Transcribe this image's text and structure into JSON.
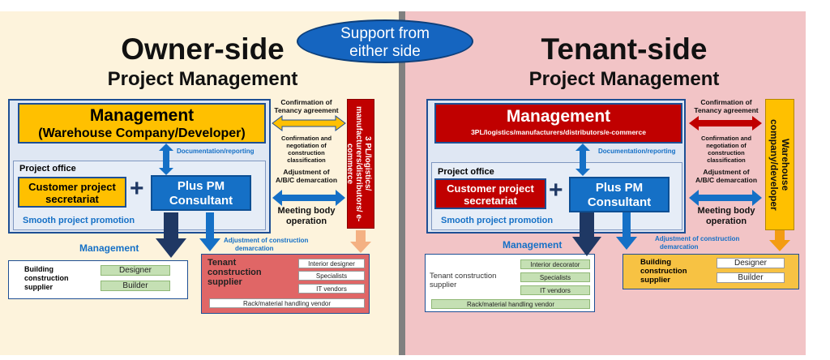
{
  "bubble": {
    "line1": "Support from",
    "line2": "either side"
  },
  "owner": {
    "title": "Owner-side",
    "subtitle": "Project Management",
    "management": {
      "line1": "Management",
      "line2": "(Warehouse Company/Developer)"
    },
    "doc_reporting": "Documentation/reporting",
    "project_office": "Project office",
    "customer_secretariat": {
      "line1": "Customer project",
      "line2": "secretariat"
    },
    "plus_sign": "+",
    "consultant": {
      "line1": "Plus PM",
      "line2": "Consultant"
    },
    "smooth": "Smooth project promotion",
    "confirm_tenancy": {
      "line1": "Confirmation of",
      "line2": "Tenancy agreement"
    },
    "confirm_negotiation": {
      "line1": "Confirmation and",
      "line2": "negotiation of",
      "line3": "construction",
      "line4": "classification"
    },
    "adjust_abc": {
      "line1": "Adjustment of",
      "line2": "A/B/C demarcation"
    },
    "meeting": {
      "line1": "Meeting body",
      "line2": "operation"
    },
    "vertical_party": "3 PL/logistics/ manufacturers/distributors/ e-commerce",
    "management_label": "Management",
    "adjust_construction": {
      "line1": "Adjustment of construction",
      "line2": "demarcation"
    },
    "building_supplier": {
      "line1": "Building",
      "line2": "construction",
      "line3": "supplier"
    },
    "designer": "Designer",
    "builder": "Builder",
    "tenant_supplier": {
      "line1": "Tenant",
      "line2": "construction",
      "line3": "supplier"
    },
    "interior_designer": "Interior designer",
    "specialists": "Specialists",
    "it_vendors": "IT vendors",
    "rack_vendor": "Rack/material handling vendor"
  },
  "tenant": {
    "title": "Tenant-side",
    "subtitle": "Project Management",
    "management": {
      "line1": "Management",
      "line2": "3PL/logistics/manufacturers/distributors/e-commerce"
    },
    "doc_reporting": "Documentation/reporting",
    "project_office": "Project office",
    "customer_secretariat": {
      "line1": "Customer project",
      "line2": "secretariat"
    },
    "plus_sign": "+",
    "consultant": {
      "line1": "Plus PM",
      "line2": "Consultant"
    },
    "smooth": "Smooth project promotion",
    "confirm_tenancy": {
      "line1": "Confirmation of",
      "line2": "Tenancy agreement"
    },
    "confirm_negotiation": {
      "line1": "Confirmation and",
      "line2": "negotiation of",
      "line3": "construction",
      "line4": "classification"
    },
    "adjust_abc": {
      "line1": "Adjustment of",
      "line2": "A/B/C demarcation"
    },
    "meeting": {
      "line1": "Meeting body",
      "line2": "operation"
    },
    "vertical_party": "Warehouse company/developer",
    "management_label": "Management",
    "adjust_construction": {
      "line1": "Adjustment of construction",
      "line2": "demarcation"
    },
    "tenant_supplier": {
      "line1": "Tenant construction",
      "line2": "supplier"
    },
    "interior_decorator": "Interior decorator",
    "specialists": "Specialists",
    "it_vendors": "IT vendors",
    "rack_vendor": "Rack/material handling vendor",
    "building_supplier": {
      "line1": "Building",
      "line2": "construction",
      "line3": "supplier"
    },
    "designer": "Designer",
    "builder": "Builder"
  },
  "colors": {
    "owner_bg": "#fdf3dc",
    "tenant_bg": "#f2c4c6",
    "blue": "#1570c6",
    "navy": "#1f3864",
    "orange_mgmt": "#ffc000",
    "red_mgmt": "#c00000",
    "tenant_supplier_red": "#e06666",
    "green": "#c5e0b4",
    "peach_arrow": "#f4b183"
  }
}
